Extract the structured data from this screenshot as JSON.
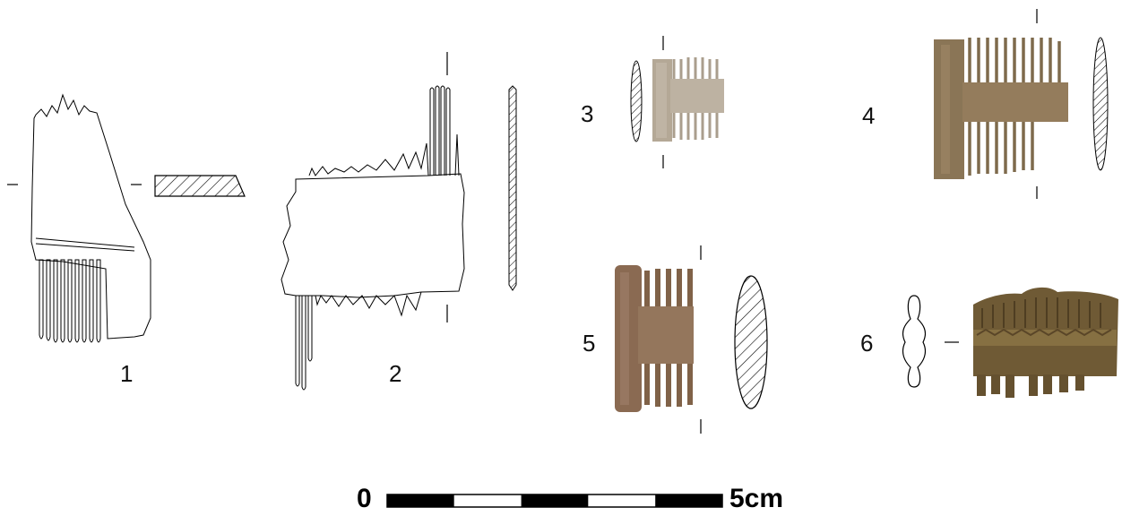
{
  "figures": [
    {
      "number": "1",
      "kind": "drawing",
      "profile": "hatched-section"
    },
    {
      "number": "2",
      "kind": "drawing",
      "profile": "side-profile"
    },
    {
      "number": "3",
      "kind": "photo",
      "material": "pale bone",
      "color": "#b9aea0"
    },
    {
      "number": "4",
      "kind": "photo",
      "material": "bone",
      "color": "#8c7656"
    },
    {
      "number": "5",
      "kind": "photo",
      "material": "bone",
      "color": "#8a6a52"
    },
    {
      "number": "6",
      "kind": "photo",
      "material": "copper alloy",
      "color": "#6b5530"
    }
  ],
  "scale_bar": {
    "start_label": "0",
    "end_label": "5cm",
    "segments": 5,
    "colors": [
      "#000000",
      "#ffffff"
    ]
  }
}
